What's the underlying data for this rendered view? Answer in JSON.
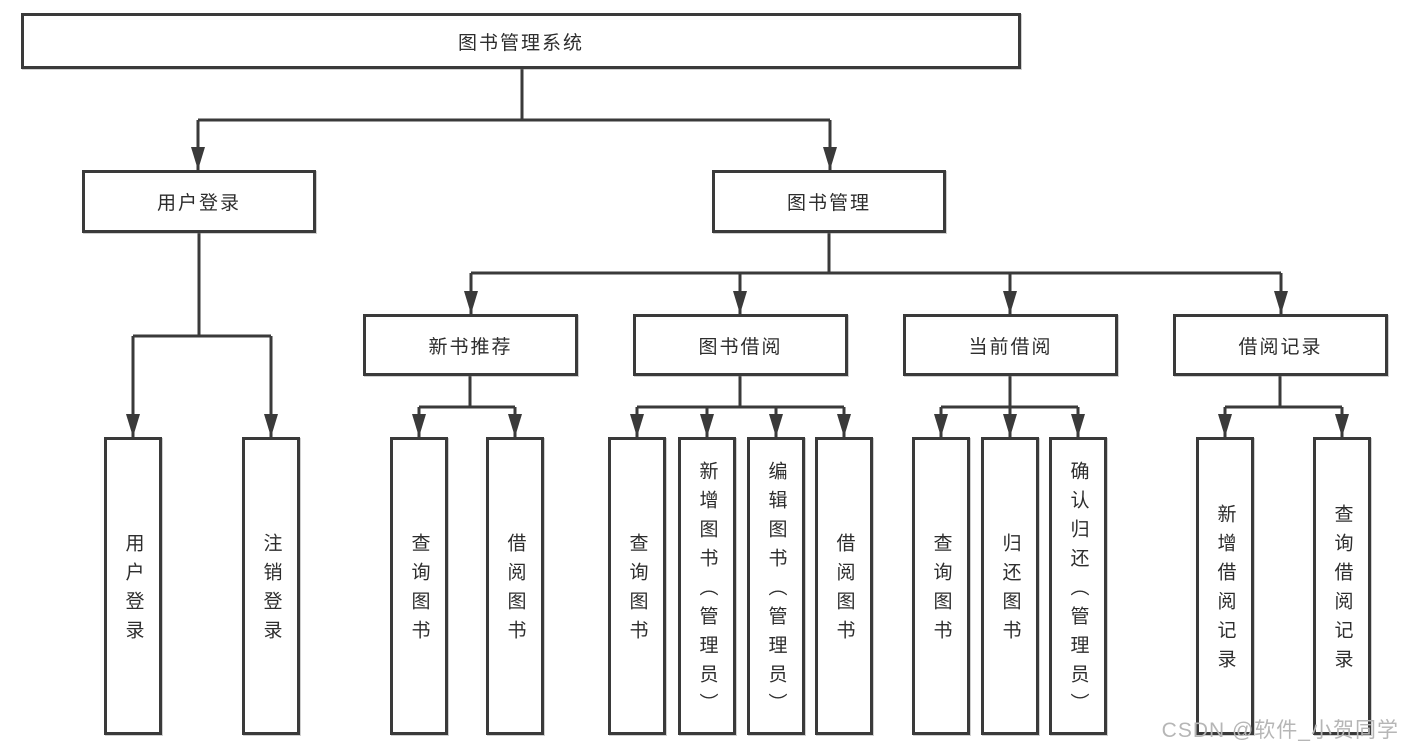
{
  "diagram": {
    "root": {
      "label": "图书管理系统"
    },
    "branches": [
      {
        "label": "用户登录",
        "children": [
          {
            "label": "用户登录"
          },
          {
            "label": "注销登录"
          }
        ]
      },
      {
        "label": "图书管理",
        "children": [
          {
            "label": "新书推荐",
            "children": [
              {
                "label": "查询图书"
              },
              {
                "label": "借阅图书"
              }
            ]
          },
          {
            "label": "图书借阅",
            "children": [
              {
                "label": "查询图书"
              },
              {
                "label": "新增图书（管理员）"
              },
              {
                "label": "编辑图书（管理员）"
              },
              {
                "label": "借阅图书"
              }
            ]
          },
          {
            "label": "当前借阅",
            "children": [
              {
                "label": "查询图书"
              },
              {
                "label": "归还图书"
              },
              {
                "label": "确认归还（管理员）"
              }
            ]
          },
          {
            "label": "借阅记录",
            "children": [
              {
                "label": "新增借阅记录"
              },
              {
                "label": "查询借阅记录"
              }
            ]
          }
        ]
      }
    ]
  },
  "watermark": {
    "text": "CSDN @软件_小贺同学"
  },
  "colors": {
    "line": "#3a3a3a",
    "text": "#2d2d2d",
    "box_background": "#ffffff",
    "page_background": "#ffffff",
    "watermark": "#b6b6b6"
  }
}
